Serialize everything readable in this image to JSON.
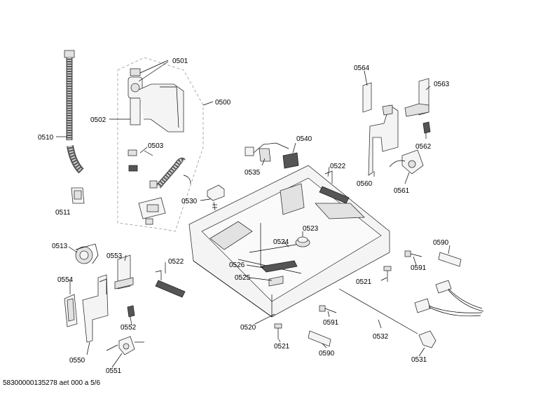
{
  "labels": {
    "p0501": "0501",
    "p0500": "0500",
    "p0502": "0502",
    "p0503": "0503",
    "p0510": "0510",
    "p0511": "0511",
    "p0530": "0530",
    "p0535": "0535",
    "p0540": "0540",
    "p0564": "0564",
    "p0563": "0563",
    "p0562": "0562",
    "p0560": "0560",
    "p0561": "0561",
    "p0522a": "0522",
    "p0522b": "0522",
    "p0523": "0523",
    "p0524": "0524",
    "p0526": "0526",
    "p0525": "0525",
    "p0513": "0513",
    "p0553": "0553",
    "p0554": "0554",
    "p0552": "0552",
    "p0550": "0550",
    "p0551": "0551",
    "p0520": "0520",
    "p0521a": "0521",
    "p0521b": "0521",
    "p0591a": "0591",
    "p0591b": "0591",
    "p0590a": "0590",
    "p0590b": "0590",
    "p0532": "0532",
    "p0531": "0531"
  },
  "footer": "58300000135278 aet 000 a 5/6"
}
